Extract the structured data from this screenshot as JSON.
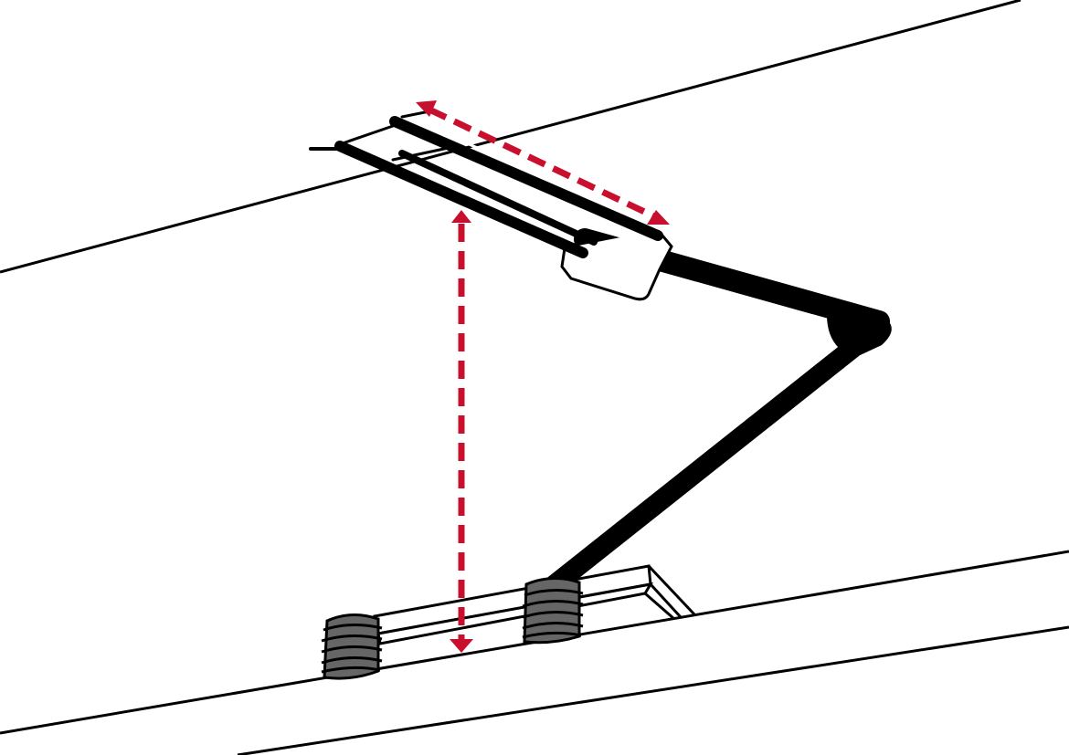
{
  "diagram": {
    "subject": "pantograph",
    "colors": {
      "line": "#000000",
      "dimension_arrow": "#C8102E",
      "insulator": "#666666",
      "background": "#ffffff"
    },
    "icons": [
      "width-dimension-arrow",
      "height-dimension-arrow"
    ]
  }
}
